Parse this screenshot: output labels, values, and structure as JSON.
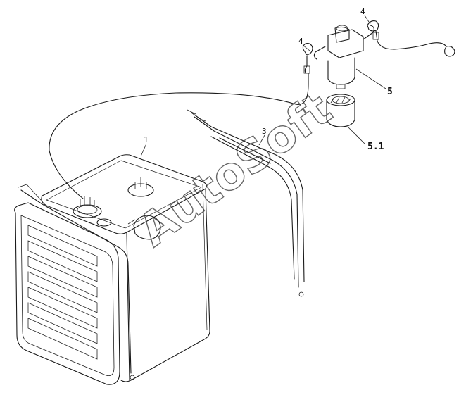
{
  "callouts": {
    "c1": "1",
    "c3": "3",
    "c4a": "4",
    "c4b": "4",
    "c5": "5",
    "c51": "5.1"
  },
  "watermark": "AutoSoft"
}
